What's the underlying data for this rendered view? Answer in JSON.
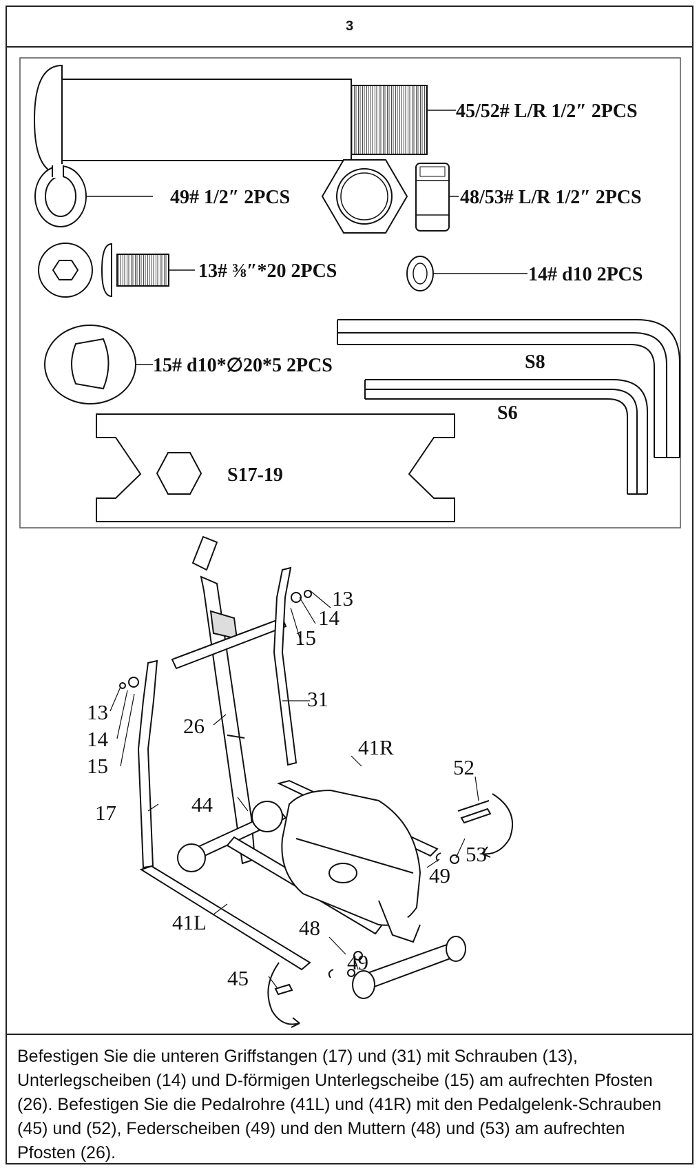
{
  "header": {
    "step_number": "3"
  },
  "parts": {
    "bolt_45_52": "45/52# L/R 1/2″ 2PCS",
    "washer_49": "49# 1/2″ 2PCS",
    "nut_48_53": "48/53# L/R 1/2″ 2PCS",
    "bolt_13": "13#  ⅜″*20  2PCS",
    "washer_14": "14#  d10  2PCS",
    "dwasher_15": "15#   d10*∅20*5  2PCS",
    "key_s8": "S8",
    "key_s6": "S6",
    "wrench": "S17-19"
  },
  "diagram": {
    "labels": {
      "l13a": "13",
      "l14a": "14",
      "l15a": "15",
      "l31": "31",
      "l13b": "13",
      "l14b": "14",
      "l15b": "15",
      "l26": "26",
      "l41r": "41R",
      "l52": "52",
      "l17": "17",
      "l44": "44",
      "l53": "53",
      "l49a": "49",
      "l41l": "41L",
      "l48": "48",
      "l49b": "49",
      "l45": "45"
    }
  },
  "instruction": {
    "text": "Befestigen Sie die unteren Griffstangen (17) und (31) mit Schrauben (13), Unterlegscheiben (14) und D-förmigen Unterlegscheibe (15) am aufrechten Pfosten (26). Befestigen Sie die Pedalrohre (41L) und (41R) mit den Pedalgelenk-Schrauben (45) und (52), Federscheiben (49) und den Muttern (48) und (53) am aufrechten Pfosten (26)."
  }
}
